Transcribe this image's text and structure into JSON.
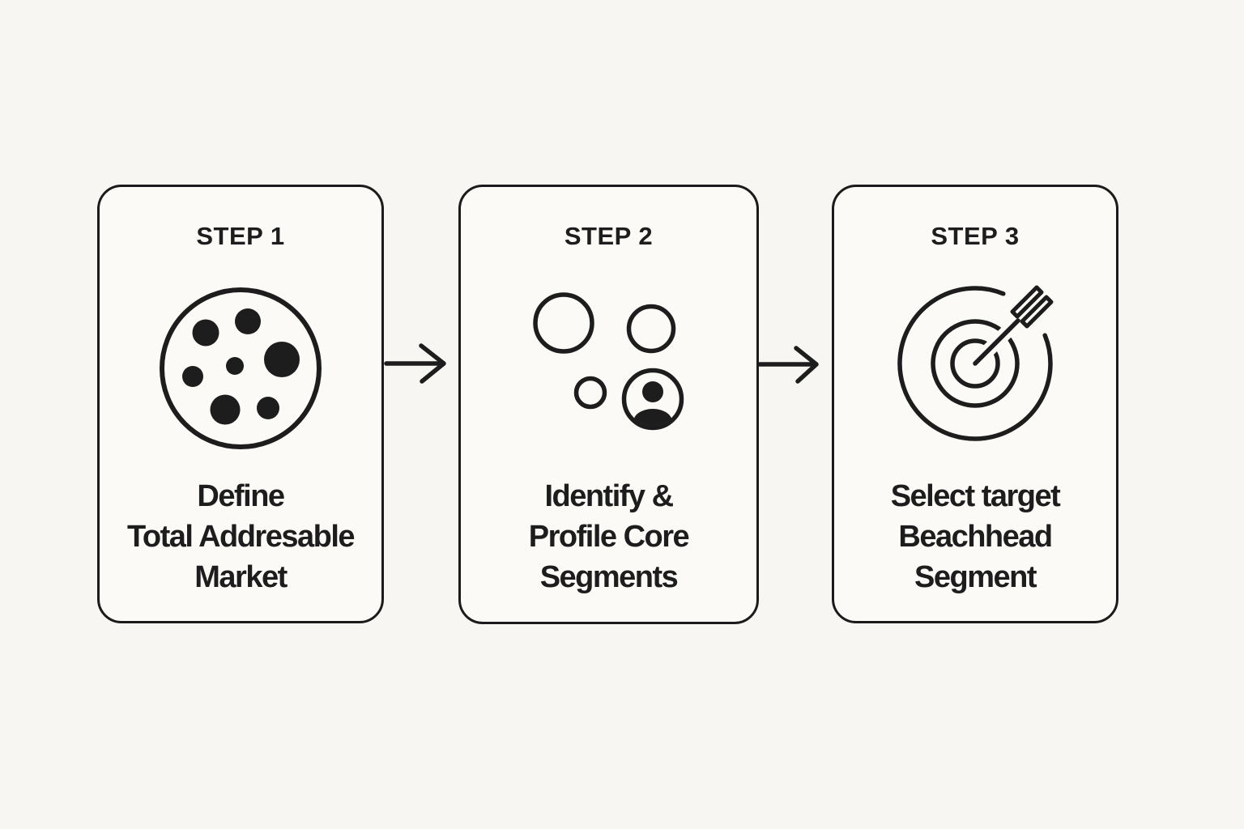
{
  "diagram": {
    "colors": {
      "background": "#f8f6f2",
      "card_fill": "#fbfaf7",
      "ink": "#1d1d1d",
      "border": "#1b1b1b"
    },
    "steps": [
      {
        "heading": "STEP 1",
        "icon": "tam-dot-cluster-icon",
        "lines": [
          "Define",
          "Total Addresable",
          "Market"
        ]
      },
      {
        "heading": "STEP 2",
        "icon": "segment-circles-person-icon",
        "lines": [
          "Identify &",
          "Profile Core",
          "Segments"
        ]
      },
      {
        "heading": "STEP 3",
        "icon": "target-dart-icon",
        "lines": [
          "Select target",
          "Beachhead",
          "Segment"
        ]
      }
    ],
    "arrows": [
      {
        "name": "flow-arrow-1",
        "direction": "right"
      },
      {
        "name": "flow-arrow-2",
        "direction": "right"
      }
    ]
  }
}
